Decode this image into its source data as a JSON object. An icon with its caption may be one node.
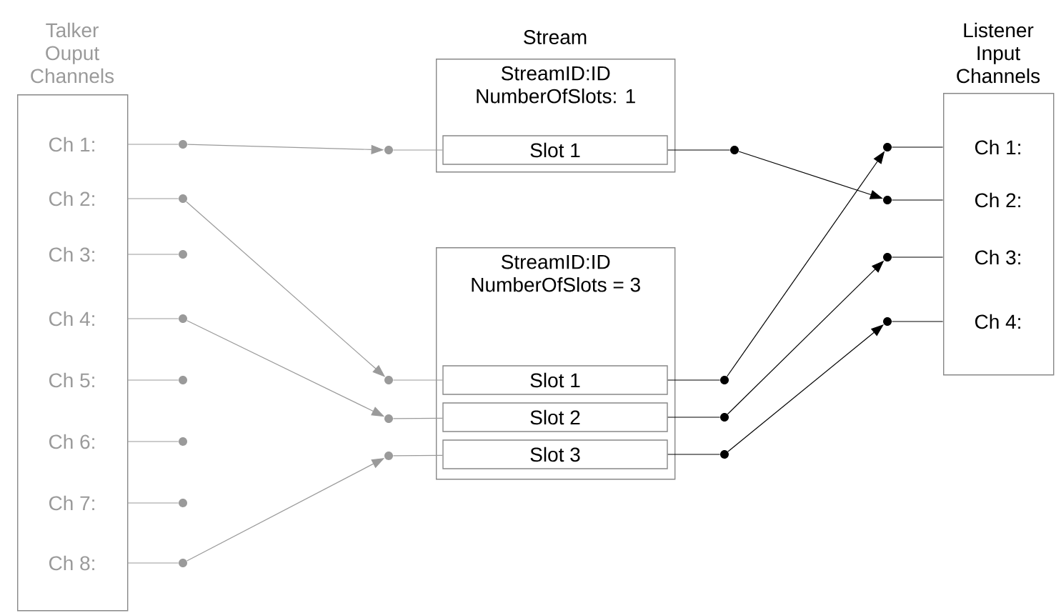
{
  "diagram": {
    "nodes": [
      {
        "text": [
          "Talker Ouput Channels"
        ]
      },
      {
        "text": [
          "Ch 1:"
        ],
        "in": 0
      },
      {
        "text": [
          "Ch 2:"
        ],
        "in": 0
      },
      {
        "text": [
          "Ch 3:"
        ],
        "in": 0
      },
      {
        "text": [
          "Ch 4:"
        ],
        "in": 0
      },
      {
        "text": [
          "Ch 5:"
        ],
        "in": 0
      },
      {
        "text": [
          "Ch 6:"
        ],
        "in": 0
      },
      {
        "text": [
          "Ch 7:"
        ],
        "in": 0
      },
      {
        "text": [
          "Ch 8:"
        ],
        "in": 0
      },
      {
        "text": [
          "Stream",
          "StreamID:ID NumberOfSlots: 1"
        ]
      },
      {
        "text": [
          "Slot 1"
        ],
        "in": 9
      },
      {
        "text": [
          "StreamID:ID NumberOfSlots = 3"
        ]
      },
      {
        "text": [
          "Slot 1"
        ],
        "in": 11
      },
      {
        "text": [
          "Slot 2"
        ],
        "in": 11
      },
      {
        "text": [
          "Slot 3"
        ],
        "in": 11
      },
      {
        "text": [
          "Listener Input Channels"
        ]
      },
      {
        "text": [
          "Ch 1:"
        ],
        "in": 15
      },
      {
        "text": [
          "Ch 2:"
        ],
        "in": 15
      },
      {
        "text": [
          "Ch 3:"
        ],
        "in": 15
      },
      {
        "text": [
          "Ch 4:"
        ],
        "in": 15
      },
      {
        "text": [],
        "shape": "circle"
      },
      {
        "text": [],
        "shape": "circle"
      },
      {
        "text": [],
        "shape": "circle"
      },
      {
        "text": [],
        "shape": "circle"
      },
      {
        "text": [],
        "shape": "circle"
      },
      {
        "text": [],
        "shape": "circle"
      },
      {
        "text": [],
        "shape": "circle"
      },
      {
        "text": [],
        "shape": "circle"
      },
      {
        "text": [],
        "shape": "circle"
      },
      {
        "text": [],
        "shape": "circle"
      },
      {
        "text": [],
        "shape": "circle"
      },
      {
        "text": [],
        "shape": "circle"
      },
      {
        "text": [],
        "shape": "circle"
      },
      {
        "text": [],
        "shape": "circle"
      },
      {
        "text": [],
        "shape": "circle"
      },
      {
        "text": [],
        "shape": "circle"
      },
      {
        "text": [],
        "shape": "circle"
      },
      {
        "text": [],
        "shape": "circle"
      },
      {
        "text": [],
        "shape": "circle"
      },
      {
        "text": [],
        "shape": "circle"
      }
    ],
    "edges": [
      {
        "from": 1,
        "to": 20,
        "arrow": "none"
      },
      {
        "from": 2,
        "to": 21,
        "arrow": "none"
      },
      {
        "from": 3,
        "to": 22,
        "arrow": "none"
      },
      {
        "from": 4,
        "to": 23,
        "arrow": "none"
      },
      {
        "from": 5,
        "to": 24,
        "arrow": "none"
      },
      {
        "from": 6,
        "to": 25,
        "arrow": "none"
      },
      {
        "from": 7,
        "to": 26,
        "arrow": "none"
      },
      {
        "from": 8,
        "to": 27,
        "arrow": "none"
      },
      {
        "from": 20,
        "to": 28,
        "arrow": "to"
      },
      {
        "from": 21,
        "to": 29,
        "arrow": "to"
      },
      {
        "from": 23,
        "to": 30,
        "arrow": "to"
      },
      {
        "from": 27,
        "to": 31,
        "arrow": "to"
      },
      {
        "from": 28,
        "to": 10,
        "arrow": "none"
      },
      {
        "from": 29,
        "to": 12,
        "arrow": "none"
      },
      {
        "from": 30,
        "to": 13,
        "arrow": "none"
      },
      {
        "from": 31,
        "to": 14,
        "arrow": "none"
      },
      {
        "from": 10,
        "to": 32,
        "arrow": "none",
        "color": "#000000"
      },
      {
        "from": 12,
        "to": 33,
        "arrow": "none",
        "color": "#000000"
      },
      {
        "from": 13,
        "to": 34,
        "arrow": "none",
        "color": "#000000"
      },
      {
        "from": 14,
        "to": 35,
        "arrow": "none",
        "color": "#000000"
      },
      {
        "from": 32,
        "to": 37,
        "arrow": "to",
        "color": "#000000"
      },
      {
        "from": 33,
        "to": 36,
        "arrow": "to",
        "color": "#000000"
      },
      {
        "from": 34,
        "to": 38,
        "arrow": "to",
        "color": "#000000"
      },
      {
        "from": 35,
        "to": 39,
        "arrow": "to",
        "color": "#000000"
      },
      {
        "from": 36,
        "to": 16,
        "arrow": "none",
        "color": "#000000"
      },
      {
        "from": 37,
        "to": 17,
        "arrow": "none",
        "color": "#000000"
      },
      {
        "from": 38,
        "to": 18,
        "arrow": "none",
        "color": "#000000"
      },
      {
        "from": 39,
        "to": 19,
        "arrow": "none",
        "color": "#000000"
      }
    ]
  }
}
